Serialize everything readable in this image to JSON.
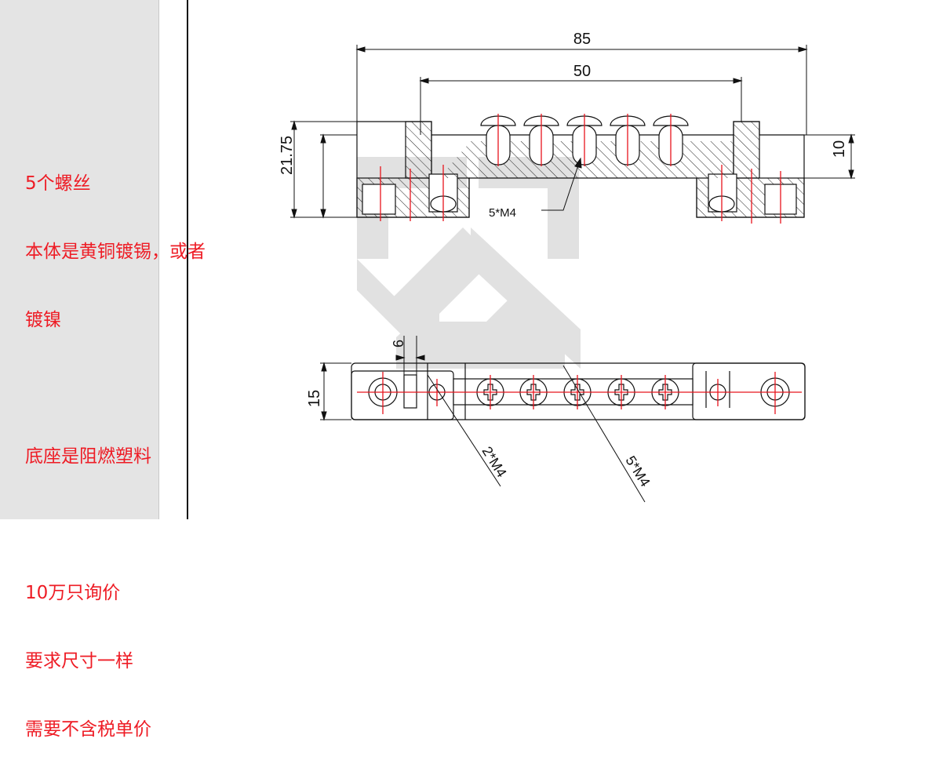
{
  "notes": [
    "5个螺丝",
    "本体是黄铜镀锡，或者",
    "镀镍",
    "",
    "底座是阻燃塑料",
    "",
    "10万只询价",
    "要求尺寸一样",
    "需要不含税单价"
  ],
  "drawing": {
    "dim_overall_length": "85",
    "dim_inner_length": "50",
    "dim_height": "21.75",
    "dim_right_height": "10",
    "dim_slot": "6",
    "dim_width": "15",
    "label_screws_front": "5*M4",
    "label_screws_side": "2*M4",
    "label_screws_top": "5*M4"
  },
  "colors": {
    "note_text": "#ee1c25",
    "centerline": "#e8141c",
    "sidebar": "#e4e4e4",
    "watermark": "#dcdcdc"
  }
}
